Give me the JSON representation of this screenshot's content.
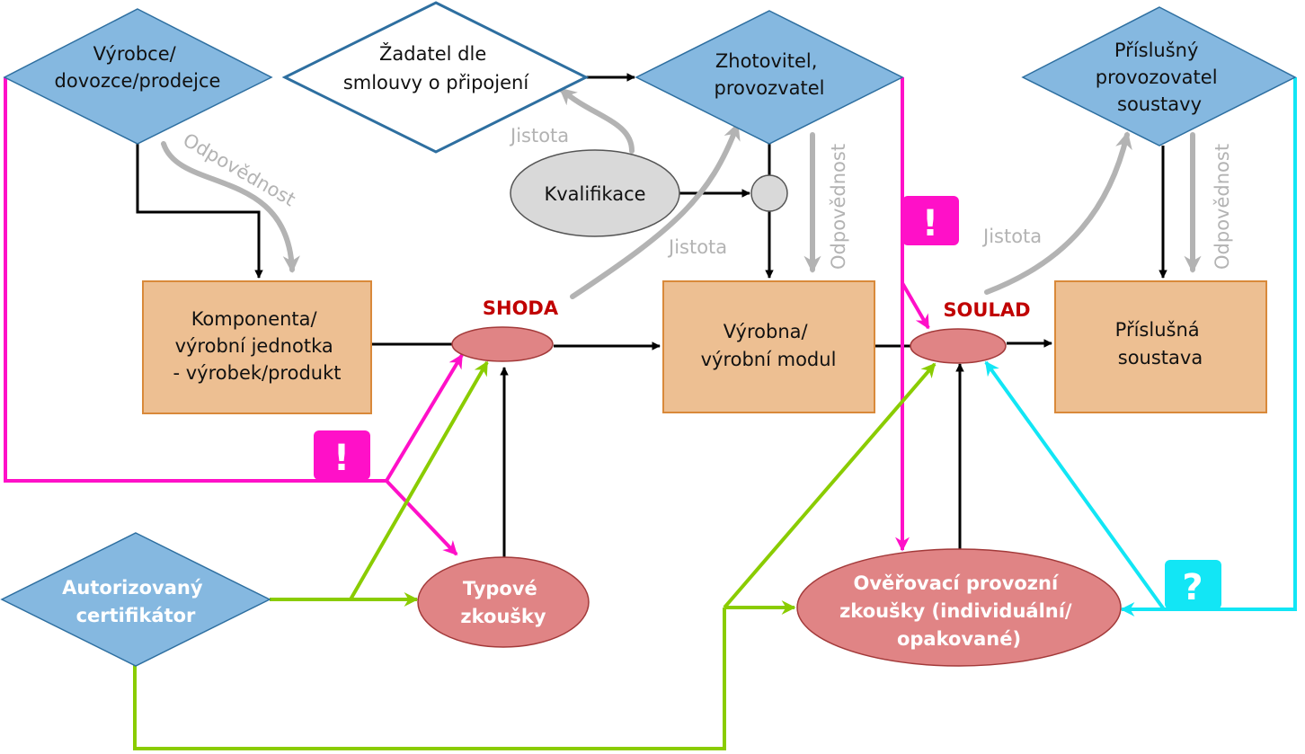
{
  "nodes": {
    "vyrobce": [
      "Výrobce/",
      "dovozce/prodejce"
    ],
    "zadatel": [
      "Žadatel dle",
      "smlouvy o připojení"
    ],
    "zhotovitel": [
      "Zhotovitel,",
      "provozvatel"
    ],
    "provozovatel": [
      "Příslušný",
      "provozovatel",
      "soustavy"
    ],
    "kvalifikace": [
      "Kvalifikace"
    ],
    "komponenta": [
      "Komponenta/",
      "výrobní jednotka",
      "- výrobek/produkt"
    ],
    "vyrobna": [
      "Výrobna/",
      "výrobní modul"
    ],
    "soustava": [
      "Příslušná",
      "soustava"
    ],
    "certifikator": [
      "Autorizovaný",
      "certifikátor"
    ],
    "typove": [
      "Typové",
      "zkoušky"
    ],
    "overovaci": [
      "Ověřovací provozní",
      "zkoušky (individuální/",
      "opakované)"
    ]
  },
  "labels": {
    "shoda": "SHODA",
    "soulad": "SOULAD",
    "jistota_zadatel": "Jistota",
    "jistota_zhotovitel": "Jistota",
    "jistota_provozovatel": "Jistota",
    "odpovednost_vyrobce": "Odpovědnost",
    "odpovednost_zhotovitel": "Odpovědnost",
    "odpovednost_provozovatel": "Odpovědnost"
  },
  "badges": {
    "warn_left": "!",
    "warn_mid": "!",
    "question": "?"
  },
  "colors": {
    "diamond_fill": "#85b8e0",
    "diamond_stroke": "#2e6fa0",
    "box_fill": "#edbf92",
    "box_stroke": "#d9893a",
    "ellipse_fill": "#e08485",
    "ellipse_stroke": "#a33a3a",
    "gray_fill": "#d9d9d9",
    "gray_line": "#b3b3b3",
    "magenta": "#ff10c8",
    "green": "#8acc00",
    "cyan": "#12e6f5",
    "red_text": "#c00000"
  }
}
